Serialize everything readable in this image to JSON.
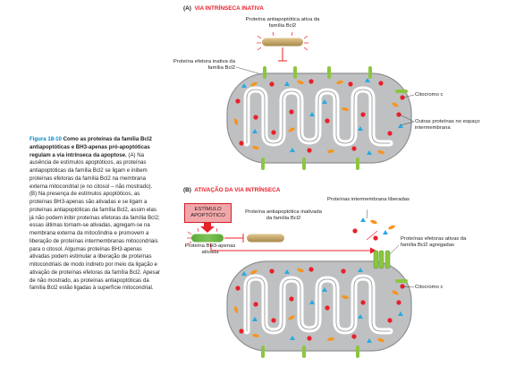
{
  "caption": {
    "fig_num": "Figura 18-10",
    "fig_title": "Como as proteínas da família Bcl2 antiapoptóticas e BH3-apenas pró-apoptóticas regulam a via intrínseca da apoptose.",
    "body": "(A) Na ausência de estímulos apoptóticos, as proteínas antiapoptóticas da família Bcl2 se ligam e inibem proteínas efetoras da família Bcl2 na membrana externa mitocondrial (e no citosol – não mostrado). (B) Na presença de estímulos apoptóticos, as proteínas BH3-apenas são ativadas e se ligam a proteínas antiapoptóticas da família Bcl2, assim elas já não podem inibir proteínas efetoras da família Bcl2; essas últimas tornam-se ativadas, agregam-se na membrana externa da mitocôndria e promovem a liberação de proteínas intermembranas mitocondriais para o citosol. Algumas proteínas BH3-apenas ativadas podem estimular a liberação de proteínas mitocondriais de modo indireto por meio da ligação e ativação de proteínas efetoras da família Bcl2. Apesar de não mostrado, as proteínas antiapoptóticas da família Bcl2 estão ligadas à superfície mitocondrial."
  },
  "panel_a": {
    "letter": "(A)",
    "title": "VIA INTRÍNSECA INATIVA",
    "anti_label": "Proteína antiapoptótica ativa da família Bcl2",
    "effector_label": "Proteína efetora inativa da família Bcl2",
    "cytc_label": "Citocromo c",
    "other_label": "Outras proteínas no espaço intermembrana"
  },
  "panel_b": {
    "letter": "(B)",
    "title": "ATIVAÇÃO DA VIA INTRÍNSECA",
    "stimulus_label": "ESTÍMULO APOPTÓTICO",
    "bh3_label": "Proteína BH3-apenas ativada",
    "anti_inactive_label": "Proteína antiapoptótica inativada da família Bcl2",
    "released_label": "Proteínas intermembrana liberadas",
    "effector_active_label": "Proteínas efetoras ativas da família Bcl2 agregadas",
    "cytc_label": "Citocromo c"
  },
  "colors": {
    "accent_red": "#e8202a",
    "figure_blue": "#0089c7",
    "membrane_gray": "#bfc0c2",
    "effector_green": "#8cc63f",
    "anti_tan": "#c8a96a",
    "cytc_red": "#e8202a",
    "other_orange": "#f7941d",
    "other_blue": "#27aae1"
  }
}
